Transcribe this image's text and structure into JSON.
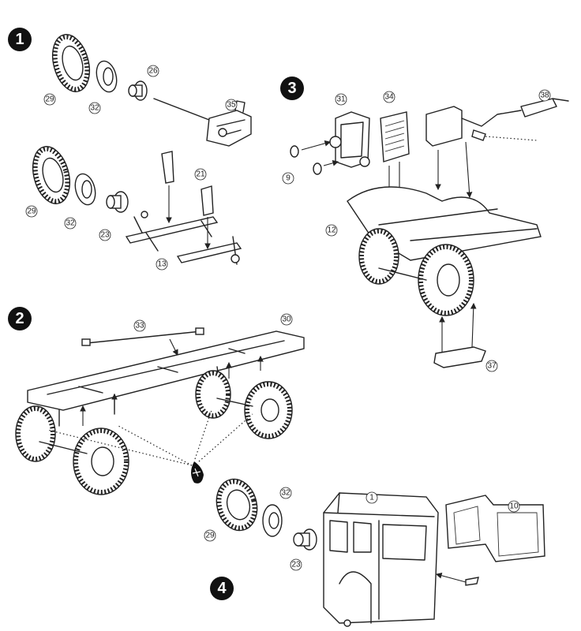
{
  "steps": {
    "s1": "1",
    "s2": "2",
    "s3": "3",
    "s4": "4"
  },
  "parts": {
    "p1_tire": "29",
    "p1_rim": "32",
    "p1_hub": "26",
    "p1_axle": "35",
    "p1b_tire": "29",
    "p1b_rim": "32",
    "p1b_hub": "23",
    "p1_spring": "21",
    "p1_frame": "13",
    "p3_grille": "31",
    "p3_rad": "34",
    "p3_exhaust": "38",
    "p3_light": "9",
    "p3_fender": "12",
    "p3_step": "37",
    "p2_rod": "33",
    "p2_chassis": "30",
    "p4_rim": "32",
    "p4_tire": "29",
    "p4_hub": "23",
    "p4_cab": "1",
    "p4_glass": "10"
  },
  "colors": {
    "ink": "#222222",
    "paper": "#ffffff"
  }
}
